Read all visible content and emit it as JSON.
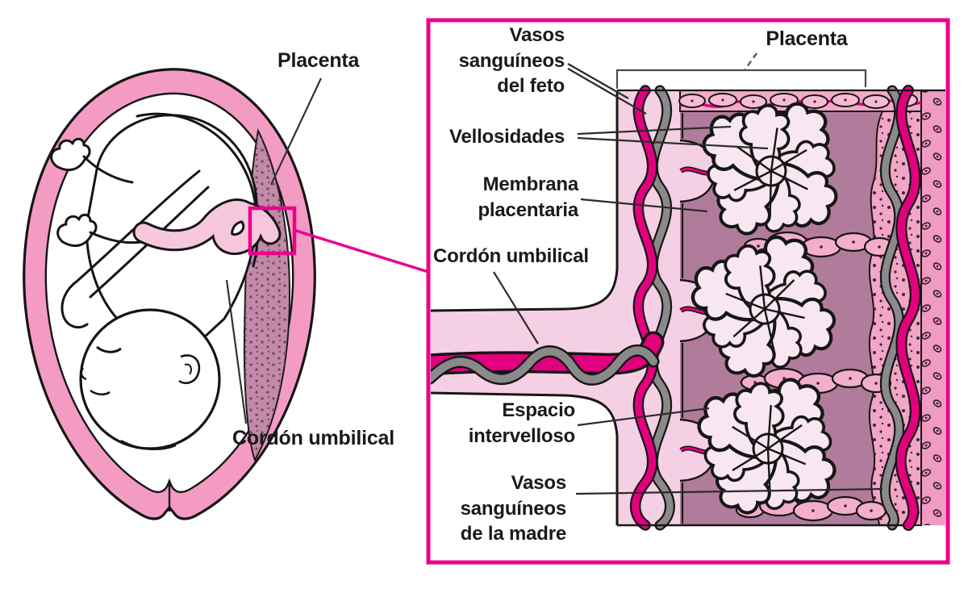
{
  "colors": {
    "accent_magenta": "#EC008C",
    "vessel_magenta": "#E2007F",
    "vessel_gray": "#8A8A8A",
    "womb_ring_pink": "#F39BC3",
    "cord_pink": "#F5C6DC",
    "chorionic_plate_pink": "#F5CFE3",
    "intervillous_mauve": "#B17C9C",
    "decidua_pink": "#F2A5C6",
    "maternal_band_pink": "#F09BC2",
    "villi_fill": "#F8E6F0",
    "ink": "#1A1A1A"
  },
  "overview": {
    "placenta_label": "Placenta",
    "umbilical_cord_label": "Cordón umbilical"
  },
  "detail_panel": {
    "labels": {
      "fetal_vessels": "Vasos\nsanguíneos\ndel feto",
      "villi": "Vellosidades",
      "placental_membrane": "Membrana\nplacentaria",
      "umbilical_cord": "Cordón umbilical",
      "placenta": "Placenta",
      "intervillous_space": "Espacio\nintervelloso",
      "maternal_vessels": "Vasos\nsanguíneos\nde la madre"
    }
  }
}
